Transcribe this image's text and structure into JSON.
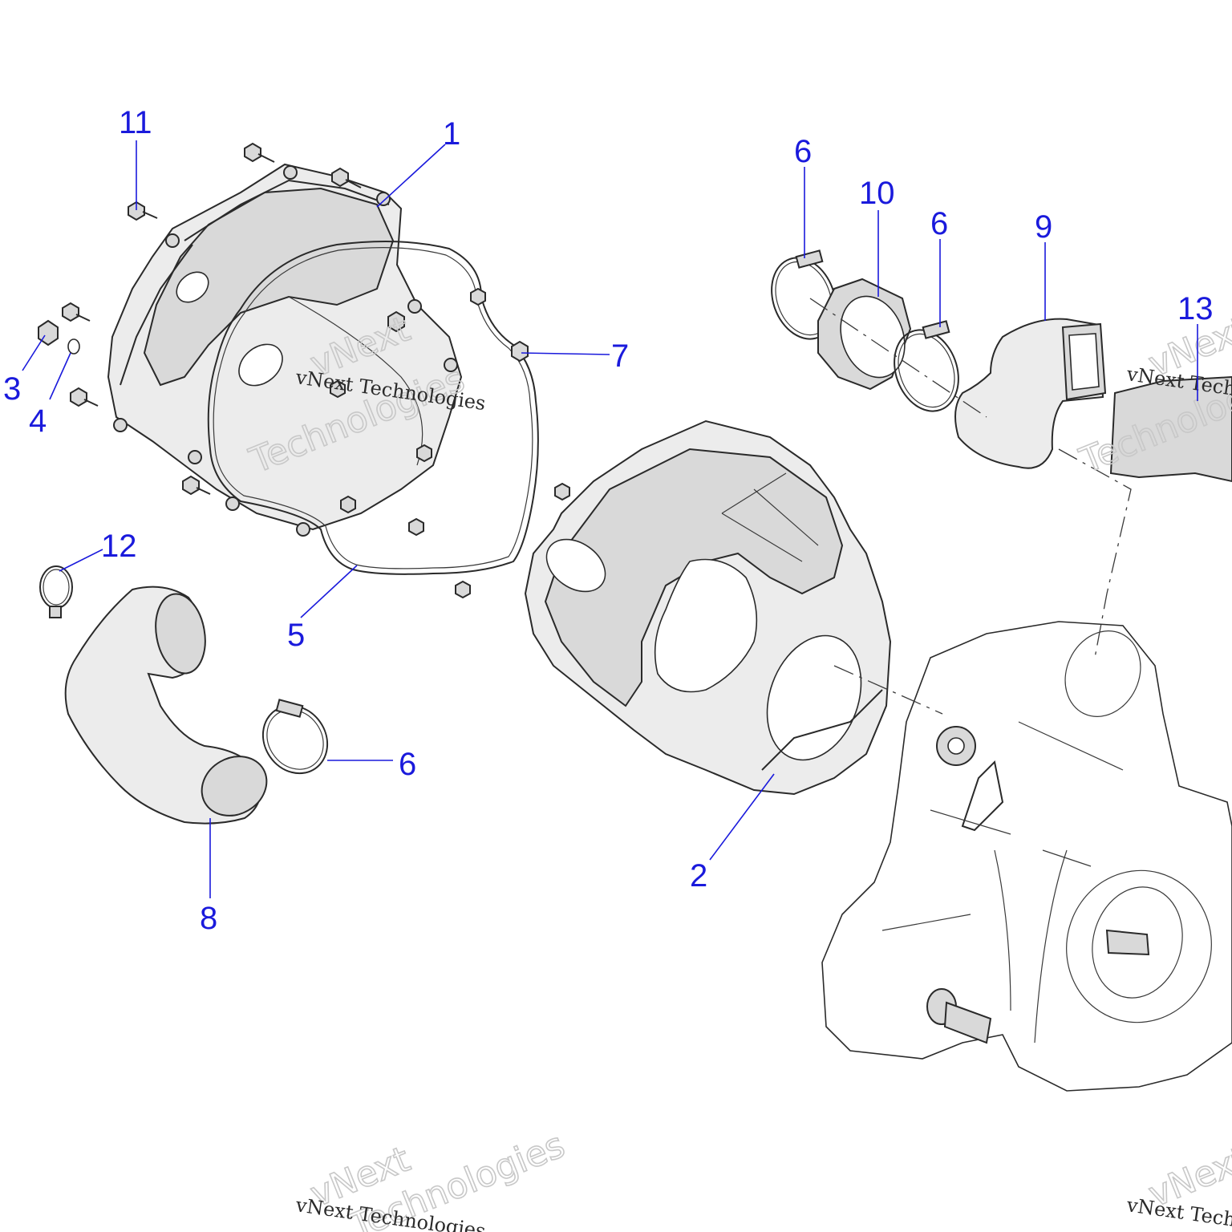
{
  "callouts": {
    "c1": "1",
    "c2": "2",
    "c3": "3",
    "c4": "4",
    "c5": "5",
    "c6a": "6",
    "c6b": "6",
    "c6c": "6",
    "c7": "7",
    "c8": "8",
    "c9": "9",
    "c10": "10",
    "c11": "11",
    "c12": "12",
    "c13": "13"
  },
  "watermark": {
    "line1": "vNext",
    "line2": "Technologies",
    "small": "vNext Technologies"
  },
  "colors": {
    "callout": "#1a1adc",
    "part_fill": "#d9d9d9",
    "line": "#2a2a2a"
  }
}
